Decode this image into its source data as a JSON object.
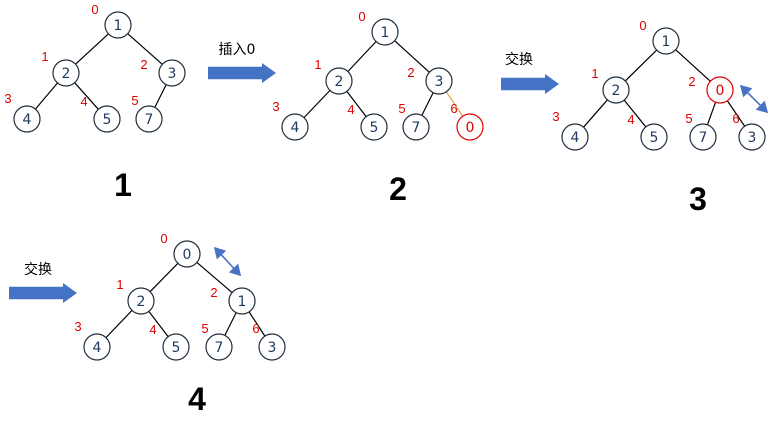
{
  "colors": {
    "node_stroke": "#1f2d3d",
    "node_text": "#1f3a5f",
    "index_text": "#e00000",
    "highlight": "#e00000",
    "edge": "#000000",
    "new_edge": "#e8a040",
    "arrow": "#4472c4",
    "swap_arrow": "#4a72c4"
  },
  "trees": [
    {
      "step_label": "1",
      "nodes": [
        {
          "value": "1",
          "index": "0"
        },
        {
          "value": "2",
          "index": "1"
        },
        {
          "value": "3",
          "index": "2"
        },
        {
          "value": "4",
          "index": "3"
        },
        {
          "value": "5",
          "index": "4"
        },
        {
          "value": "7",
          "index": "5"
        }
      ]
    },
    {
      "step_label": "2",
      "nodes": [
        {
          "value": "1",
          "index": "0"
        },
        {
          "value": "2",
          "index": "1"
        },
        {
          "value": "3",
          "index": "2"
        },
        {
          "value": "4",
          "index": "3"
        },
        {
          "value": "5",
          "index": "4"
        },
        {
          "value": "7",
          "index": "5"
        },
        {
          "value": "0",
          "index": "6",
          "highlight": true
        }
      ]
    },
    {
      "step_label": "3",
      "nodes": [
        {
          "value": "1",
          "index": "0"
        },
        {
          "value": "2",
          "index": "1"
        },
        {
          "value": "0",
          "index": "2",
          "highlight": true
        },
        {
          "value": "4",
          "index": "3"
        },
        {
          "value": "5",
          "index": "4"
        },
        {
          "value": "7",
          "index": "5"
        },
        {
          "value": "3",
          "index": "6"
        }
      ]
    },
    {
      "step_label": "4",
      "nodes": [
        {
          "value": "0",
          "index": "0"
        },
        {
          "value": "2",
          "index": "1"
        },
        {
          "value": "1",
          "index": "2"
        },
        {
          "value": "4",
          "index": "3"
        },
        {
          "value": "5",
          "index": "4"
        },
        {
          "value": "7",
          "index": "5"
        },
        {
          "value": "3",
          "index": "6"
        }
      ]
    }
  ],
  "arrows": [
    {
      "label": "插入0"
    },
    {
      "label": "交换"
    },
    {
      "label": "交换"
    }
  ]
}
